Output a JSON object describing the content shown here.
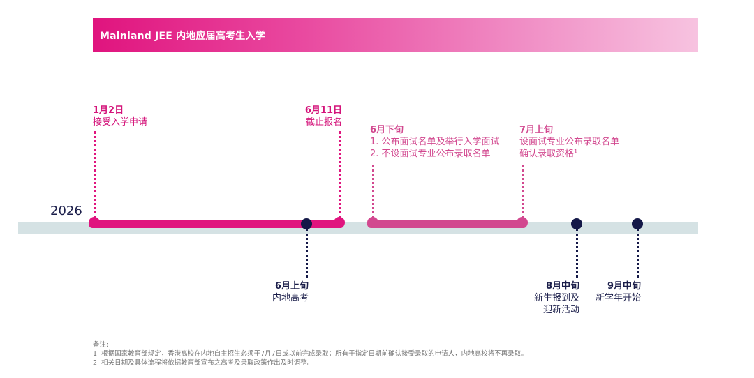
{
  "header": {
    "title": "Mainland JEE 内地应届高考生入学"
  },
  "timeline": {
    "year": "2026",
    "colors": {
      "primary": "#e0147e",
      "secondary": "#d2488f",
      "navy": "#141848",
      "axis": "#d5e2e4"
    },
    "events_above": [
      {
        "date": "1月2日",
        "lines": [
          "接受入学申请"
        ]
      },
      {
        "date": "6月11日",
        "lines": [
          "截止报名"
        ]
      },
      {
        "date": "6月下旬",
        "lines": [
          "1.  公布面试名单及举行入学面试",
          "2. 不设面试专业公布录取名单"
        ]
      },
      {
        "date": "7月上旬",
        "lines": [
          "设面试专业公布录取名单",
          "确认录取资格¹"
        ]
      }
    ],
    "events_below": [
      {
        "date": "6月上旬",
        "lines": [
          "内地高考"
        ]
      },
      {
        "date": "8月中旬",
        "lines": [
          "新生报到及",
          "迎新活动"
        ]
      },
      {
        "date": "9月中旬",
        "lines": [
          "新学年开始"
        ]
      }
    ]
  },
  "notes": {
    "heading": "备注:",
    "items": [
      "1.  根据国家教育部规定，香港高校在内地自主招生必须于7月7日或以前完成录取；所有于指定日期前确认接受录取的申请人，内地高校将不再录取。",
      "2. 相关日期及具体流程将依据教育部宣布之高考及录取政策作出及时调整。"
    ]
  }
}
